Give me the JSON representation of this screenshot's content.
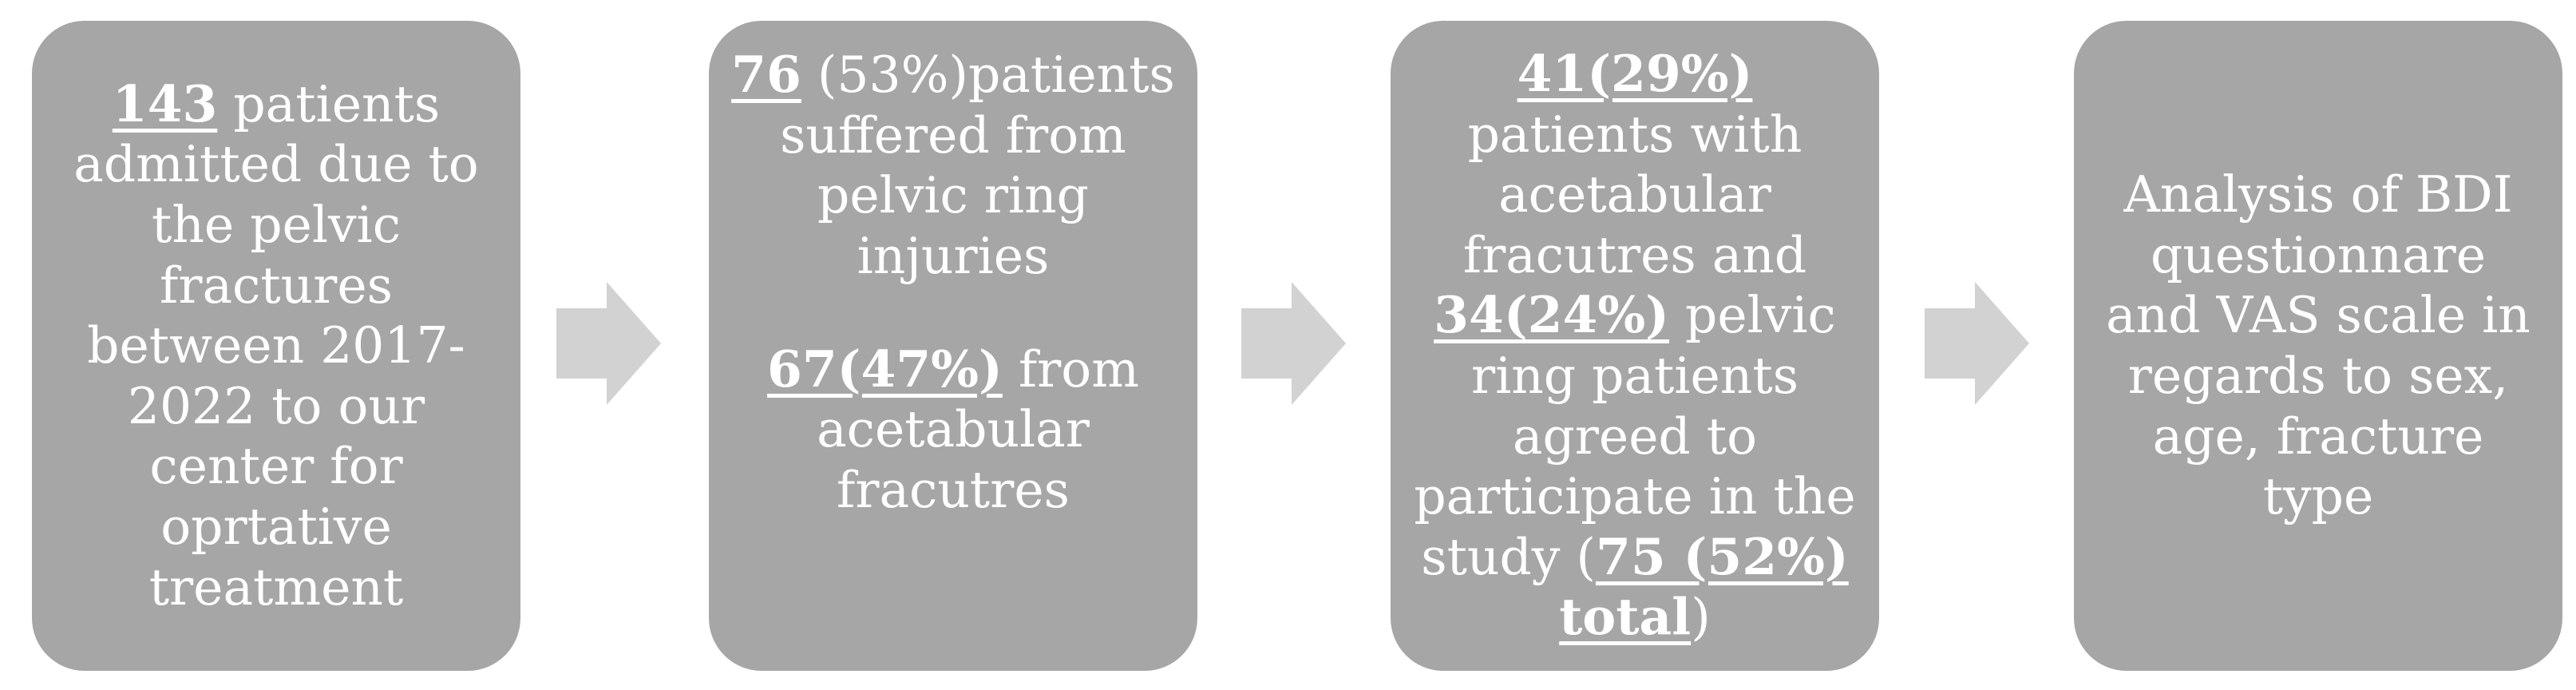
{
  "figure": {
    "type": "flowchart",
    "direction": "left-to-right",
    "colors": {
      "box_fill": "#a6a6a6",
      "arrow_fill": "#d2d2d2",
      "text": "#ffffff",
      "background": "#ffffff"
    },
    "boxes": [
      {
        "id": "box-1",
        "paragraphs": [
          {
            "segments": [
              {
                "text": "143",
                "bold": true,
                "underline": true
              },
              {
                "text": " patients admitted due to the pelvic fractures between 2017-2022 to our center for oprtative treatment"
              }
            ]
          }
        ]
      },
      {
        "id": "box-2",
        "paragraphs": [
          {
            "segments": [
              {
                "text": "76",
                "bold": true,
                "underline": true
              },
              {
                "text": " (53%)patients suffered from pelvic ring injuries"
              }
            ]
          },
          {
            "segments": [
              {
                "text": "67(47%)",
                "bold": true,
                "underline": true
              },
              {
                "text": " from acetabular fracutres"
              }
            ]
          }
        ]
      },
      {
        "id": "box-3",
        "paragraphs": [
          {
            "segments": [
              {
                "text": "41(29%)",
                "bold": true,
                "underline": true
              },
              {
                "text": " patients with acetabular fracutres and "
              },
              {
                "text": "34(24%)",
                "bold": true,
                "underline": true
              },
              {
                "text": " pelvic ring patients agreed to participate in the study ("
              },
              {
                "text": "75 (52%) total",
                "bold": true,
                "underline": true
              },
              {
                "text": ")"
              }
            ]
          }
        ]
      },
      {
        "id": "box-4",
        "paragraphs": [
          {
            "segments": [
              {
                "text": "Analysis of BDI questionnare and VAS scale in regards to sex, age, fracture type"
              }
            ]
          }
        ]
      }
    ],
    "arrows": [
      {
        "name": "arrow-1"
      },
      {
        "name": "arrow-2"
      },
      {
        "name": "arrow-3"
      }
    ]
  }
}
